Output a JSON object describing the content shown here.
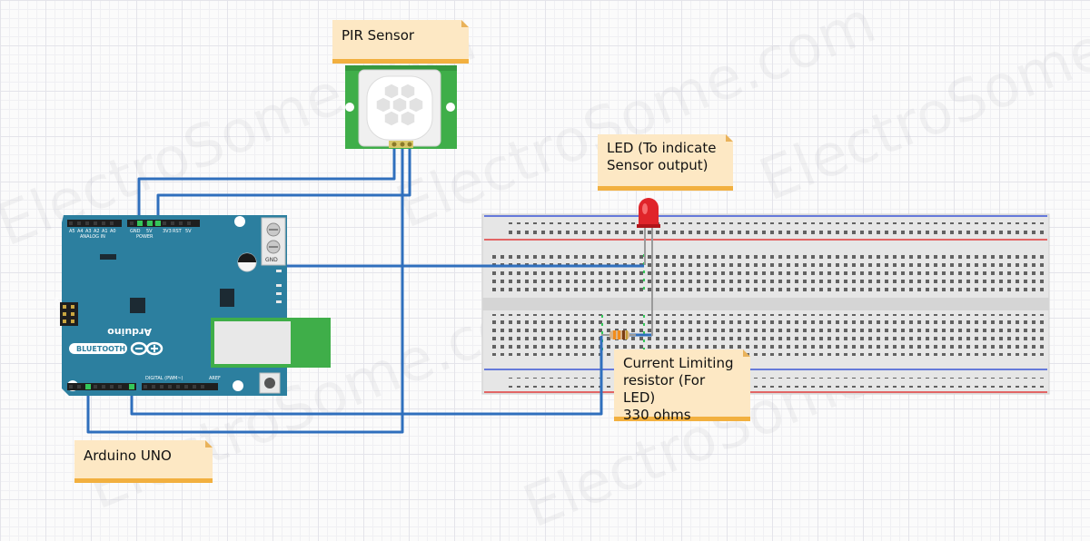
{
  "labels": {
    "pir": "PIR Sensor",
    "led": "LED (To indicate\nSensor output)",
    "resistor": "Current Limiting\nresistor (For LED)\n330 ohms",
    "arduino": "Arduino UNO"
  },
  "watermark": "ElectroSome.com",
  "board_text": {
    "brand": "Arduino",
    "bluetooth": "BLUETOOTH",
    "icsp": "ICSP",
    "analog_in": "ANALOG IN",
    "power": "POWER",
    "digital": "DIGITAL (PWM~)",
    "aref": "AREF",
    "gnd_terminal": "GND",
    "power_pins": [
      "A5",
      "A4",
      "A3",
      "A2",
      "A1",
      "A0",
      "GND",
      "5V",
      "3V3",
      "RST",
      "5V"
    ]
  },
  "colors": {
    "wire": "#2f6fbd",
    "board": "#2c7f9f",
    "sensor": "#3fae49",
    "note_bg": "#fde8c4",
    "note_bar": "#f2b03f",
    "led": "#e0242a"
  }
}
